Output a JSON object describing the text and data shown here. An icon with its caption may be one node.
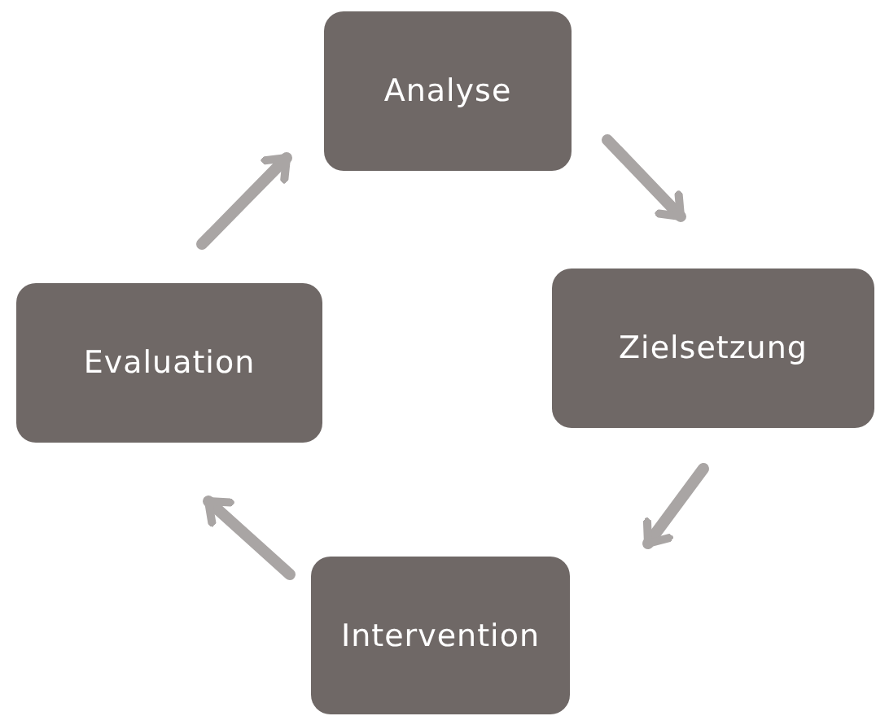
{
  "diagram": {
    "nodes": [
      {
        "text": [
          "Analyse"
        ]
      },
      {
        "text": [
          "Zielsetzung"
        ]
      },
      {
        "text": [
          "Intervention"
        ]
      },
      {
        "text": [
          "Evaluation"
        ]
      }
    ],
    "edges": [
      {
        "from": 0,
        "to": 1,
        "arrow": "to"
      },
      {
        "from": 1,
        "to": 2,
        "arrow": "to"
      },
      {
        "from": 2,
        "to": 3,
        "arrow": "to"
      },
      {
        "from": 3,
        "to": 0,
        "arrow": "to"
      }
    ]
  }
}
